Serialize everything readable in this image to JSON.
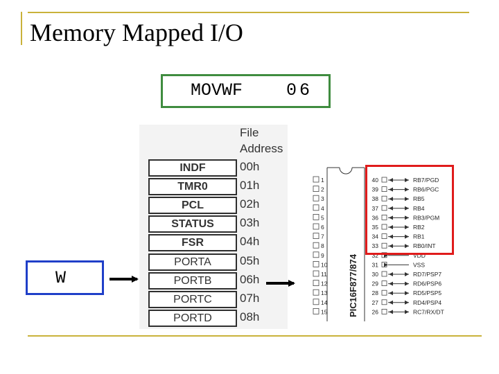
{
  "slide": {
    "title": "Memory Mapped I/O"
  },
  "instruction": {
    "opcode": "MOVWF",
    "operand": "06"
  },
  "w_register": {
    "label": "W"
  },
  "file_address_header": [
    "File",
    "Address"
  ],
  "registers": [
    {
      "name": "INDF",
      "address": "00h"
    },
    {
      "name": "TMR0",
      "address": "01h"
    },
    {
      "name": "PCL",
      "address": "02h"
    },
    {
      "name": "STATUS",
      "address": "03h"
    },
    {
      "name": "FSR",
      "address": "04h"
    },
    {
      "name": "PORTA",
      "address": "05h"
    },
    {
      "name": "PORTB",
      "address": "06h"
    },
    {
      "name": "PORTC",
      "address": "07h"
    },
    {
      "name": "PORTD",
      "address": "08h"
    }
  ],
  "chip": {
    "name": "PIC16F877/874",
    "left_pins": [
      "1",
      "2",
      "3",
      "4",
      "5",
      "6",
      "7",
      "8",
      "9",
      "10",
      "11",
      "12",
      "13",
      "14",
      "15"
    ],
    "right_pins": [
      {
        "num": "40",
        "label": "RB7/PGD",
        "dir": "in"
      },
      {
        "num": "39",
        "label": "RB6/PGC",
        "dir": "in"
      },
      {
        "num": "38",
        "label": "RB5",
        "dir": "in"
      },
      {
        "num": "37",
        "label": "RB4",
        "dir": "in"
      },
      {
        "num": "36",
        "label": "RB3/PGM",
        "dir": "in"
      },
      {
        "num": "35",
        "label": "RB2",
        "dir": "in"
      },
      {
        "num": "34",
        "label": "RB1",
        "dir": "in"
      },
      {
        "num": "33",
        "label": "RB0/INT",
        "dir": "in"
      },
      {
        "num": "32",
        "label": "VDD",
        "dir": "out"
      },
      {
        "num": "31",
        "label": "VSS",
        "dir": "out"
      },
      {
        "num": "30",
        "label": "RD7/PSP7",
        "dir": "in"
      },
      {
        "num": "29",
        "label": "RD6/PSP6",
        "dir": "in"
      },
      {
        "num": "28",
        "label": "RD5/PSP5",
        "dir": "in"
      },
      {
        "num": "27",
        "label": "RD4/PSP4",
        "dir": "in"
      },
      {
        "num": "26",
        "label": "RC7/RX/DT",
        "dir": "in"
      }
    ]
  },
  "colors": {
    "accent_gold": "#c9b23a",
    "instruction_border": "#3f8c3f",
    "w_border": "#1f3fc8",
    "highlight_red": "#e01b1b"
  }
}
